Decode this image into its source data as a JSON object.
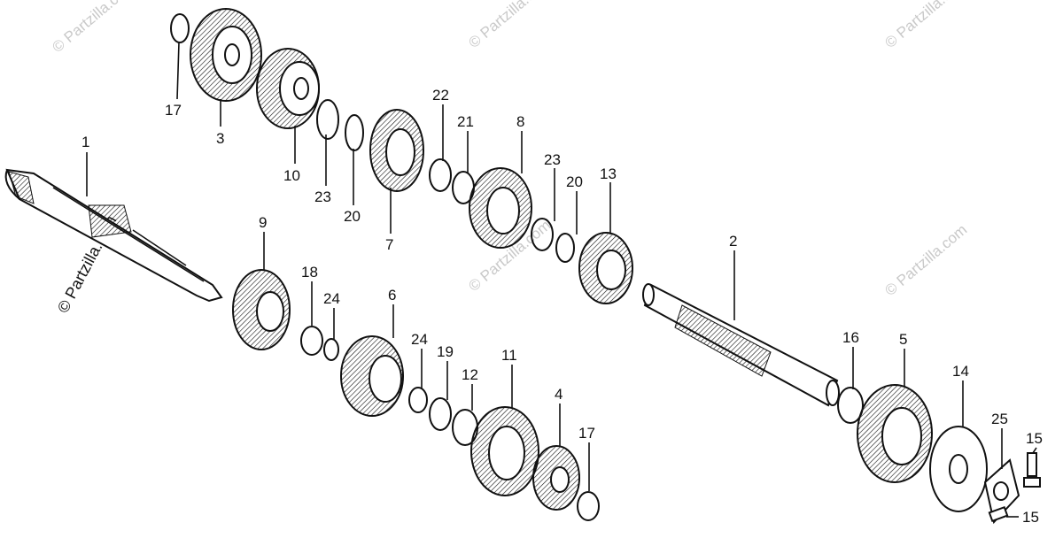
{
  "watermark": "© Partzilla.com",
  "callouts": [
    {
      "id": "c-17a",
      "text": "17"
    },
    {
      "id": "c-3",
      "text": "3"
    },
    {
      "id": "c-10",
      "text": "10"
    },
    {
      "id": "c-23a",
      "text": "23"
    },
    {
      "id": "c-20a",
      "text": "20"
    },
    {
      "id": "c-7",
      "text": "7"
    },
    {
      "id": "c-22",
      "text": "22"
    },
    {
      "id": "c-21",
      "text": "21"
    },
    {
      "id": "c-8",
      "text": "8"
    },
    {
      "id": "c-23b",
      "text": "23"
    },
    {
      "id": "c-20b",
      "text": "20"
    },
    {
      "id": "c-13",
      "text": "13"
    },
    {
      "id": "c-1",
      "text": "1"
    },
    {
      "id": "c-9",
      "text": "9"
    },
    {
      "id": "c-18",
      "text": "18"
    },
    {
      "id": "c-24a",
      "text": "24"
    },
    {
      "id": "c-6",
      "text": "6"
    },
    {
      "id": "c-24b",
      "text": "24"
    },
    {
      "id": "c-19",
      "text": "19"
    },
    {
      "id": "c-12",
      "text": "12"
    },
    {
      "id": "c-11",
      "text": "11"
    },
    {
      "id": "c-4",
      "text": "4"
    },
    {
      "id": "c-17b",
      "text": "17"
    },
    {
      "id": "c-2",
      "text": "2"
    },
    {
      "id": "c-16",
      "text": "16"
    },
    {
      "id": "c-5",
      "text": "5"
    },
    {
      "id": "c-14",
      "text": "14"
    },
    {
      "id": "c-25",
      "text": "25"
    },
    {
      "id": "c-15a",
      "text": "15"
    },
    {
      "id": "c-15b",
      "text": "15"
    }
  ]
}
